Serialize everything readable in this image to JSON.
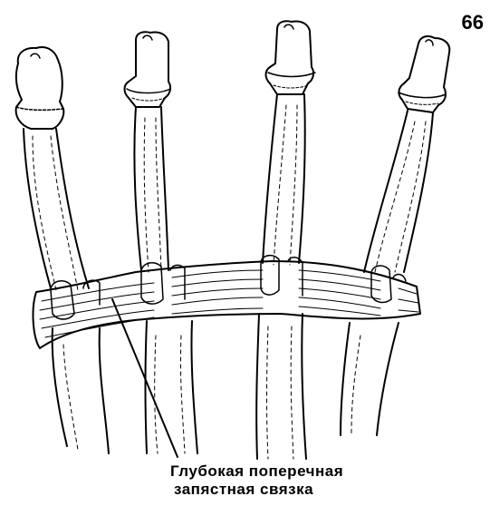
{
  "page_number": "66",
  "caption": {
    "line1": "Глубокая  поперечная",
    "line2": "запястная  связка"
  },
  "colors": {
    "ink": "#000000",
    "background": "#ffffff"
  },
  "structures": [
    "metacarpal-bone",
    "metacarpal-bone",
    "metacarpal-bone",
    "metacarpal-bone",
    "deep-transverse-ligament"
  ]
}
